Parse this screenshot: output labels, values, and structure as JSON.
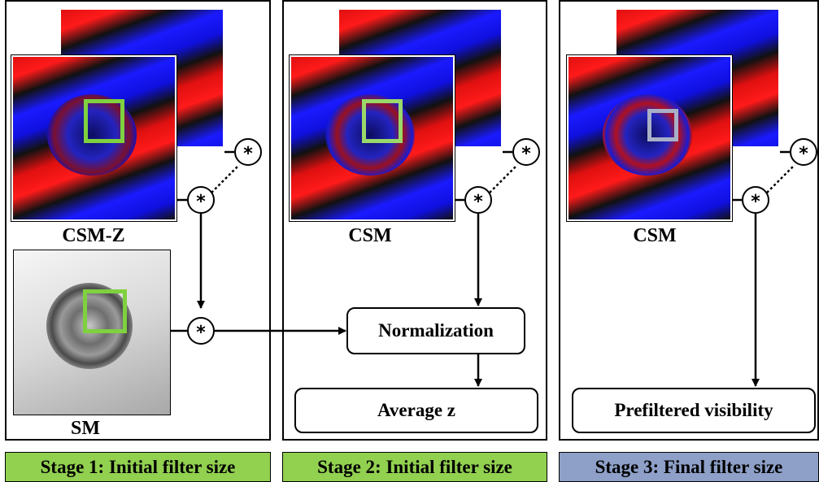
{
  "panels": [
    {
      "stage_label": "Stage 1: Initial filter size",
      "stage_color": "#92d050",
      "front_caption": "CSM-Z",
      "bottom_caption": "SM",
      "window_color": "#7fd13f"
    },
    {
      "stage_label": "Stage 2: Initial filter size",
      "stage_color": "#92d050",
      "front_caption": "CSM",
      "box_top": "Normalization",
      "box_bottom": "Average z",
      "window_color": "#9ad86a"
    },
    {
      "stage_label": "Stage 3: Final filter size",
      "stage_color": "#8ea0c8",
      "front_caption": "CSM",
      "box_bottom": "Prefiltered visibility",
      "window_color": "#a8b0c8"
    }
  ],
  "operator_symbol": "*",
  "colors": {
    "stripe_red": "#ff1a1a",
    "stripe_blue": "#1a1aff",
    "stripe_dark": "#111111"
  }
}
